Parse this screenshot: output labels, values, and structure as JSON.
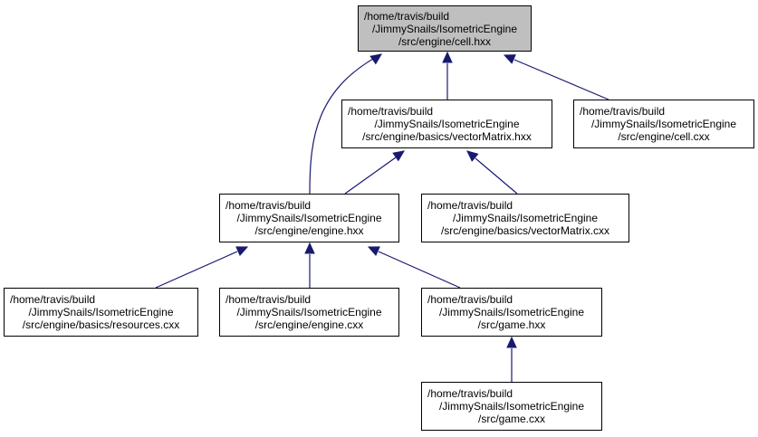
{
  "colors": {
    "edge": "#191970",
    "root_fill": "#bfbfbf",
    "node_fill": "#ffffff",
    "border": "#000000"
  },
  "nodes": {
    "cell_hxx": {
      "lines": [
        "/home/travis/build",
        "/JimmySnails/IsometricEngine",
        "/src/engine/cell.hxx"
      ]
    },
    "vectorMatrix_hxx": {
      "lines": [
        "/home/travis/build",
        "/JimmySnails/IsometricEngine",
        "/src/engine/basics/vectorMatrix.hxx"
      ]
    },
    "cell_cxx": {
      "lines": [
        "/home/travis/build",
        "/JimmySnails/IsometricEngine",
        "/src/engine/cell.cxx"
      ]
    },
    "engine_hxx": {
      "lines": [
        "/home/travis/build",
        "/JimmySnails/IsometricEngine",
        "/src/engine/engine.hxx"
      ]
    },
    "vectorMatrix_cxx": {
      "lines": [
        "/home/travis/build",
        "/JimmySnails/IsometricEngine",
        "/src/engine/basics/vectorMatrix.cxx"
      ]
    },
    "resources_cxx": {
      "lines": [
        "/home/travis/build",
        "/JimmySnails/IsometricEngine",
        "/src/engine/basics/resources.cxx"
      ]
    },
    "engine_cxx": {
      "lines": [
        "/home/travis/build",
        "/JimmySnails/IsometricEngine",
        "/src/engine/engine.cxx"
      ]
    },
    "game_hxx": {
      "lines": [
        "/home/travis/build",
        "/JimmySnails/IsometricEngine",
        "/src/game.hxx"
      ]
    },
    "game_cxx": {
      "lines": [
        "/home/travis/build",
        "/JimmySnails/IsometricEngine",
        "/src/game.cxx"
      ]
    }
  },
  "edges": [
    {
      "from": "engine_hxx",
      "to": "cell_hxx"
    },
    {
      "from": "vectorMatrix_hxx",
      "to": "cell_hxx"
    },
    {
      "from": "cell_cxx",
      "to": "cell_hxx"
    },
    {
      "from": "engine_hxx",
      "to": "vectorMatrix_hxx"
    },
    {
      "from": "vectorMatrix_cxx",
      "to": "vectorMatrix_hxx"
    },
    {
      "from": "resources_cxx",
      "to": "engine_hxx"
    },
    {
      "from": "engine_cxx",
      "to": "engine_hxx"
    },
    {
      "from": "game_hxx",
      "to": "engine_hxx"
    },
    {
      "from": "game_cxx",
      "to": "game_hxx"
    }
  ]
}
